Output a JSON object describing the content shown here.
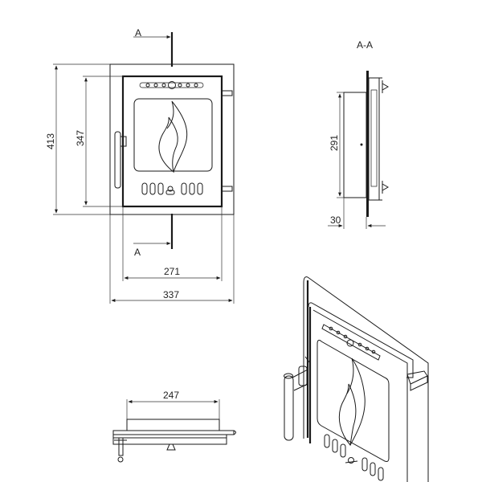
{
  "front_view": {
    "section_marker_top": "A",
    "section_marker_bottom": "A",
    "dim_height_outer": "413",
    "dim_height_inner": "347",
    "dim_width_inner": "271",
    "dim_width_outer": "337"
  },
  "section_view": {
    "title": "A-A",
    "dim_height": "291",
    "dim_depth": "30"
  },
  "bottom_view": {
    "dim_width": "247"
  }
}
